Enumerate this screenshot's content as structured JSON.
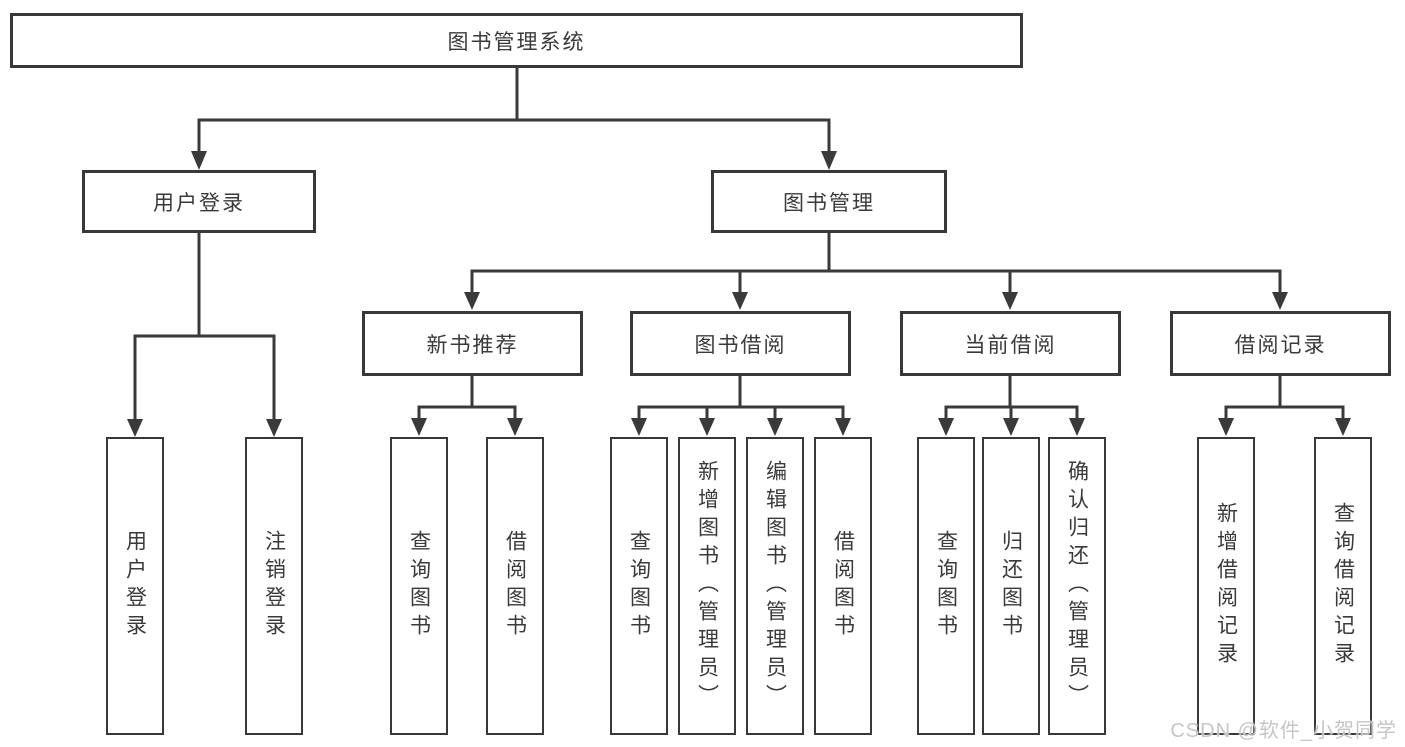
{
  "diagram": {
    "root": {
      "label": "图书管理系统"
    },
    "branches": [
      {
        "label": "用户登录",
        "children": [
          {
            "label": "用户登录"
          },
          {
            "label": "注销登录"
          }
        ]
      },
      {
        "label": "图书管理",
        "children": [
          {
            "label": "新书推荐",
            "children": [
              {
                "label": "查询图书"
              },
              {
                "label": "借阅图书"
              }
            ]
          },
          {
            "label": "图书借阅",
            "children": [
              {
                "label": "查询图书"
              },
              {
                "label": "新增图书（管理员）"
              },
              {
                "label": "编辑图书（管理员）"
              },
              {
                "label": "借阅图书"
              }
            ]
          },
          {
            "label": "当前借阅",
            "children": [
              {
                "label": "查询图书"
              },
              {
                "label": "归还图书"
              },
              {
                "label": "确认归还（管理员）"
              }
            ]
          },
          {
            "label": "借阅记录",
            "children": [
              {
                "label": "新增借阅记录"
              },
              {
                "label": "查询借阅记录"
              }
            ]
          }
        ]
      }
    ]
  },
  "watermark": {
    "text": "CSDN @软件_小贺同学"
  },
  "colors": {
    "line": "#3a3a3a",
    "border": "#383838",
    "text": "#3a3a3a",
    "watermark": "#c6c6c6",
    "background": "#ffffff"
  }
}
